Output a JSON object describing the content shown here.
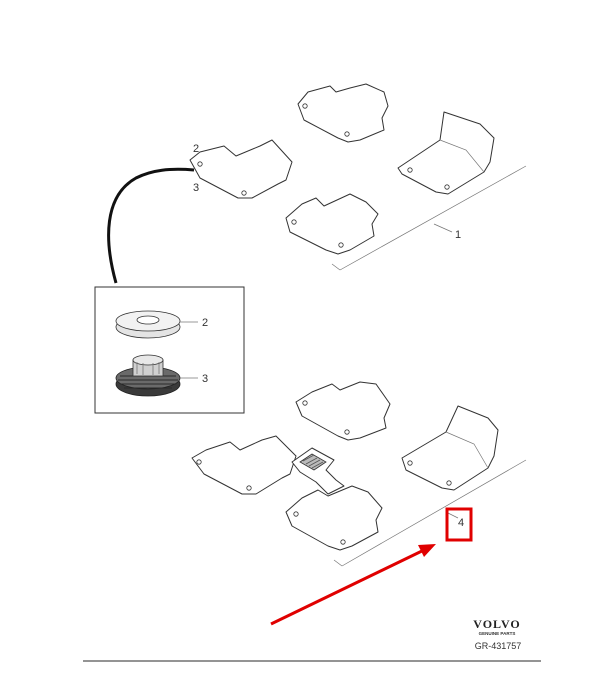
{
  "callouts": {
    "top_set": "1",
    "upper_clip": "2",
    "lower_clip": "3",
    "bottom_set": "4"
  },
  "detail_box": {
    "upper_part": "2",
    "lower_part": "3"
  },
  "highlight": {
    "color": "#e00000",
    "target": "4"
  },
  "footer": {
    "brand": "VOLVO",
    "tagline": "GENUINE PARTS",
    "reference": "GR-431757"
  }
}
